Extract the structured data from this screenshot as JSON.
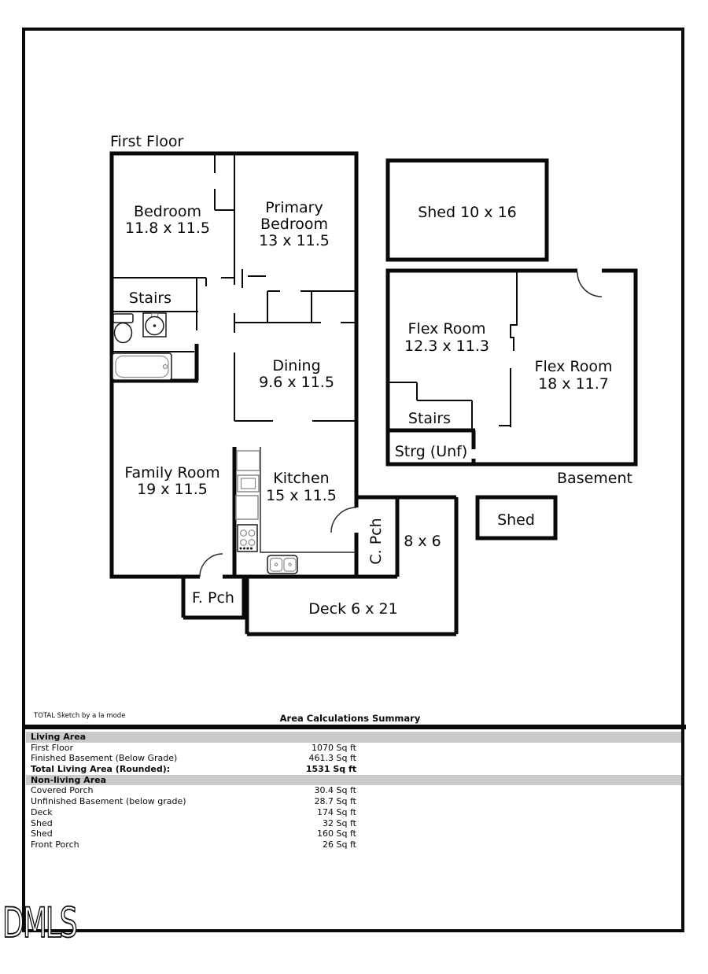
{
  "colors": {
    "wall": "#0a0a0a",
    "table_band": "#c9c9c9"
  },
  "watermark": "DMLS",
  "first_floor": {
    "title": "First Floor",
    "bedroom_name": "Bedroom",
    "bedroom_dims": "11.8 x 11.5",
    "primary_line1": "Primary",
    "primary_line2": "Bedroom",
    "primary_dims": "13 x 11.5",
    "stairs": "Stairs",
    "dining_name": "Dining",
    "dining_dims": "9.6 x 11.5",
    "family_name": "Family Room",
    "family_dims": "19 x 11.5",
    "kitchen_name": "Kitchen",
    "kitchen_dims": "15 x 11.5",
    "front_porch": "F. Pch",
    "covered_porch": "C. Pch",
    "side_area_dims": "8 x 6",
    "deck_label": "Deck 6 x 21"
  },
  "outbuildings": {
    "shed_large": "Shed 10 x 16",
    "shed_small": "Shed"
  },
  "basement": {
    "title": "Basement",
    "flex1_name": "Flex Room",
    "flex1_dims": "12.3 x 11.3",
    "flex2_name": "Flex Room",
    "flex2_dims": "18 x 11.7",
    "stairs": "Stairs",
    "storage": "Strg (Unf)"
  },
  "table": {
    "footer_note": "TOTAL Sketch by a la mode",
    "title": "Area Calculations Summary",
    "sections": [
      {
        "header": "Living Area",
        "rows": [
          {
            "label": "First Floor",
            "value": "1070 Sq ft"
          },
          {
            "label": "Finished Basement (Below Grade)",
            "value": "461.3 Sq ft"
          },
          {
            "label": "Total Living Area (Rounded):",
            "value": "1531 Sq ft"
          }
        ]
      },
      {
        "header": "Non-living Area",
        "rows": [
          {
            "label": "Covered Porch",
            "value": "30.4 Sq ft"
          },
          {
            "label": "Unfinished Basement (below grade)",
            "value": "28.7 Sq ft"
          },
          {
            "label": "Deck",
            "value": "174 Sq ft"
          },
          {
            "label": "Shed",
            "value": "32 Sq ft"
          },
          {
            "label": "Shed",
            "value": "160 Sq ft"
          },
          {
            "label": "Front Porch",
            "value": "26 Sq ft"
          }
        ]
      }
    ]
  }
}
